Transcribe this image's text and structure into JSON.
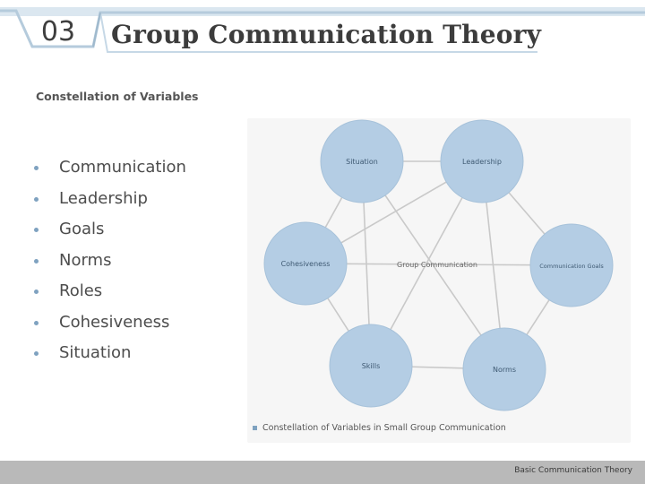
{
  "header": {
    "slide_number": "03",
    "title": "Group Communication Theory",
    "band_color": "#dbe7f0",
    "stroke_color": "#b5cbdc"
  },
  "subtitle": "Constellation of Variables",
  "bullets": [
    "Communication",
    "Leadership",
    "Goals",
    "Norms",
    "Roles",
    "Cohesiveness",
    "Situation"
  ],
  "diagram": {
    "node_color": "#b4cde4",
    "node_stroke": "#a7c2da",
    "edge_color": "#c9c9c9",
    "nodes": [
      {
        "label": "Situation"
      },
      {
        "label": "Leadership"
      },
      {
        "label": "Cohesiveness"
      },
      {
        "label": "Communication Goals"
      },
      {
        "label": "Skills"
      },
      {
        "label": "Norms"
      }
    ],
    "center_label": "Group Communication",
    "caption": "Constellation of Variables in Small Group Communication"
  },
  "footer": {
    "text": "Basic Communication Theory",
    "bar_color": "#b9b9b9"
  }
}
